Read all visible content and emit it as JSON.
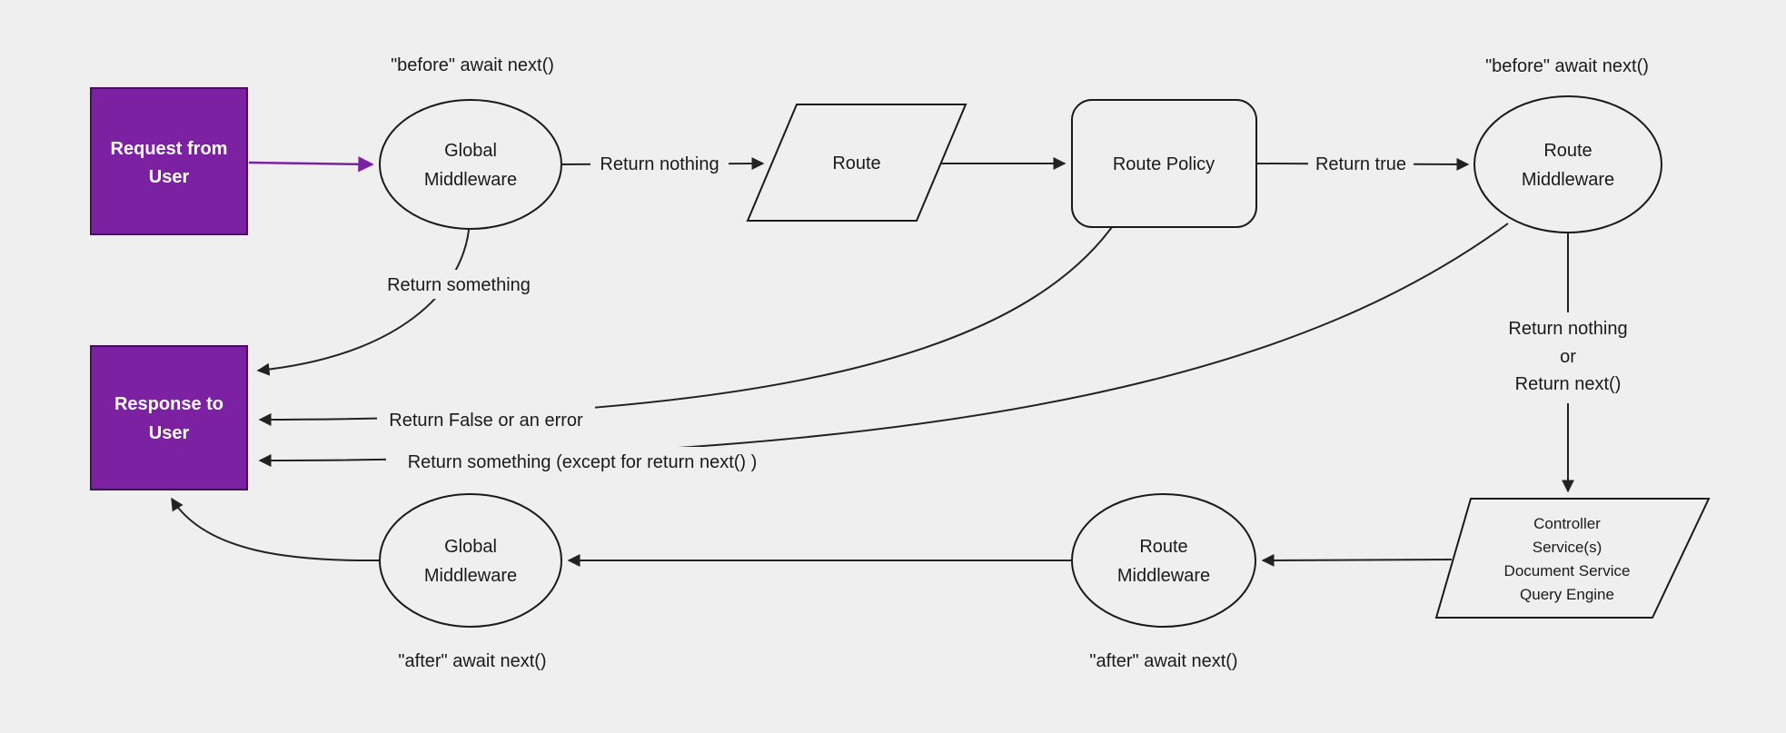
{
  "colors": {
    "background": "#efefef",
    "purple": "#7c21a2",
    "purple_border": "#42105c",
    "edge": "#222222",
    "text": "#1a1a1a",
    "node_text_on_purple": "#ffffff"
  },
  "nodes": {
    "request": {
      "line1": "Request from",
      "line2": "User"
    },
    "global_middleware_top": {
      "line1": "Global",
      "line2": "Middleware"
    },
    "route": {
      "label": "Route"
    },
    "route_policy": {
      "label": "Route Policy"
    },
    "route_middleware_top": {
      "line1": "Route",
      "line2": "Middleware"
    },
    "response": {
      "line1": "Response to",
      "line2": "User"
    },
    "controller": {
      "line1": "Controller",
      "line2": "Service(s)",
      "line3": "Document Service",
      "line4": "Query Engine"
    },
    "route_middleware_bottom": {
      "line1": "Route",
      "line2": "Middleware"
    },
    "global_middleware_bottom": {
      "line1": "Global",
      "line2": "Middleware"
    }
  },
  "labels": {
    "before_await_top_left": "\"before\" await next()",
    "before_await_top_right": "\"before\" await next()",
    "return_nothing": "Return nothing",
    "return_true": "Return true",
    "return_something": "Return something",
    "return_nothing_or_line1": "Return nothing",
    "return_nothing_or_line2": "or",
    "return_nothing_or_line3": "Return next()",
    "return_false_or_error": "Return False or an error",
    "return_something_except": "Return something (except for return next() )",
    "after_await_left": "\"after\" await next()",
    "after_await_right": "\"after\" await next()"
  }
}
